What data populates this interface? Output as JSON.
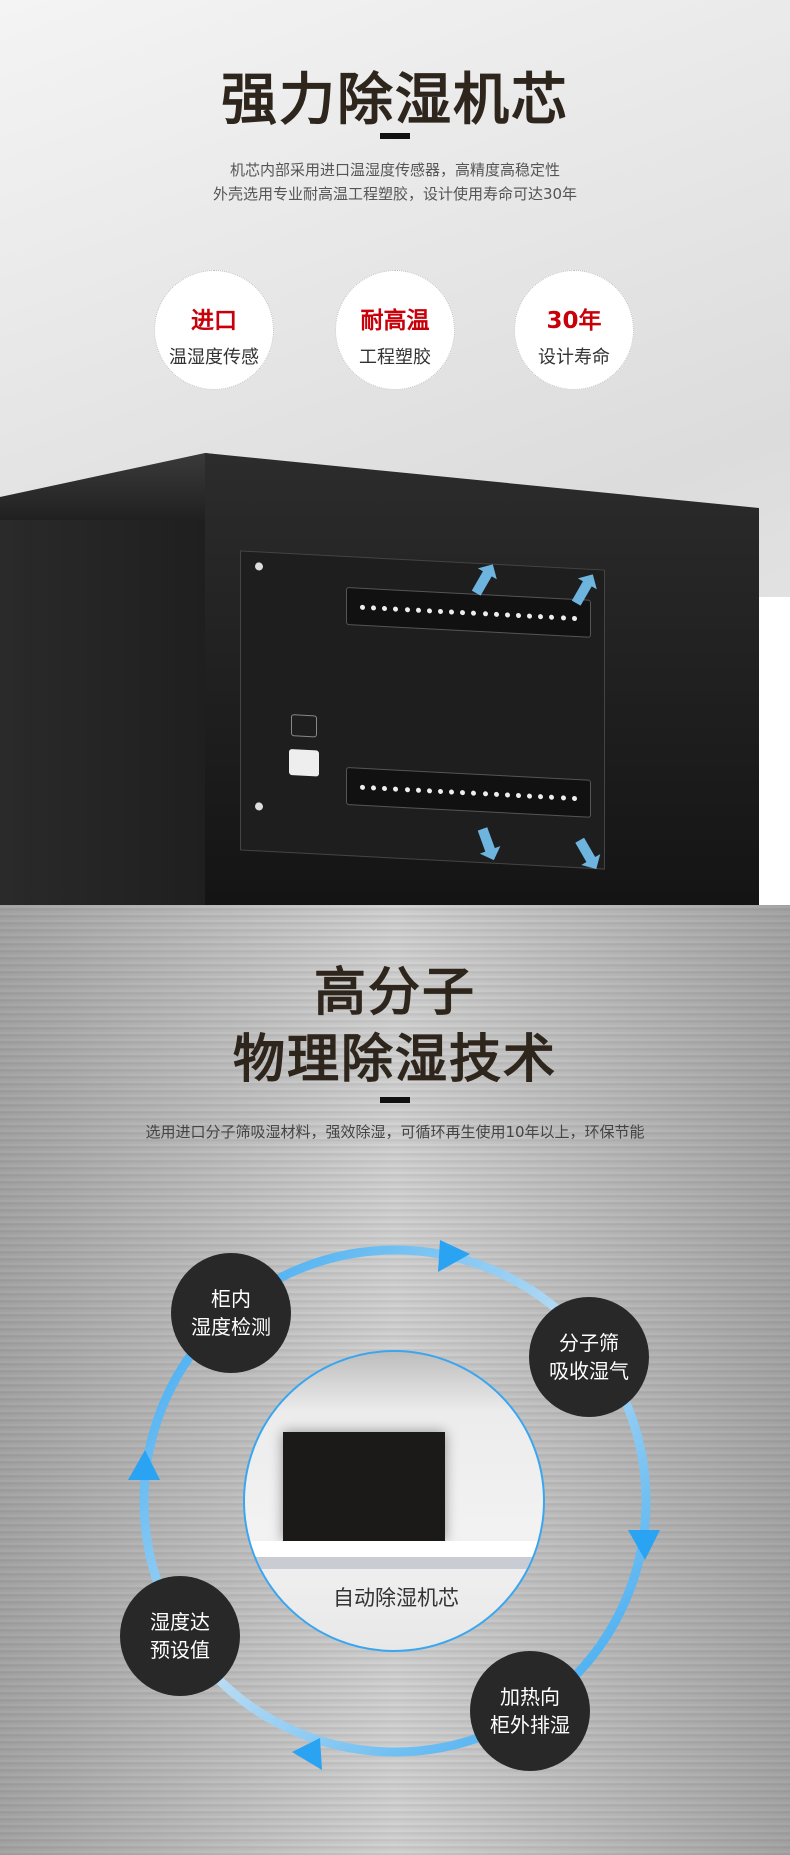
{
  "section1": {
    "title": "强力除湿机芯",
    "desc_line1": "机芯内部采用进口温湿度传感器，高精度高稳定性",
    "desc_line2": "外壳选用专业耐高温工程塑胶，设计使用寿命可达30年",
    "features": [
      {
        "title": "进口",
        "desc": "温湿度传感"
      },
      {
        "title": "耐高温",
        "desc": "工程塑胶"
      },
      {
        "title": "30年",
        "desc": "设计寿命"
      }
    ],
    "accent_color": "#c8000a"
  },
  "section2": {
    "title_line1": "高分子",
    "title_line2": "物理除湿技术",
    "desc": "选用进口分子筛吸湿材料，强效除湿，可循环再生使用10年以上，环保节能",
    "center_label": "自动除湿机芯",
    "cycle_steps": [
      {
        "line1": "柜内",
        "line2": "湿度检测"
      },
      {
        "line1": "分子筛",
        "line2": "吸收湿气"
      },
      {
        "line1": "加热向",
        "line2": "柜外排湿"
      },
      {
        "line1": "湿度达",
        "line2": "预设值"
      }
    ],
    "ring_color": "#2aa3f2"
  }
}
